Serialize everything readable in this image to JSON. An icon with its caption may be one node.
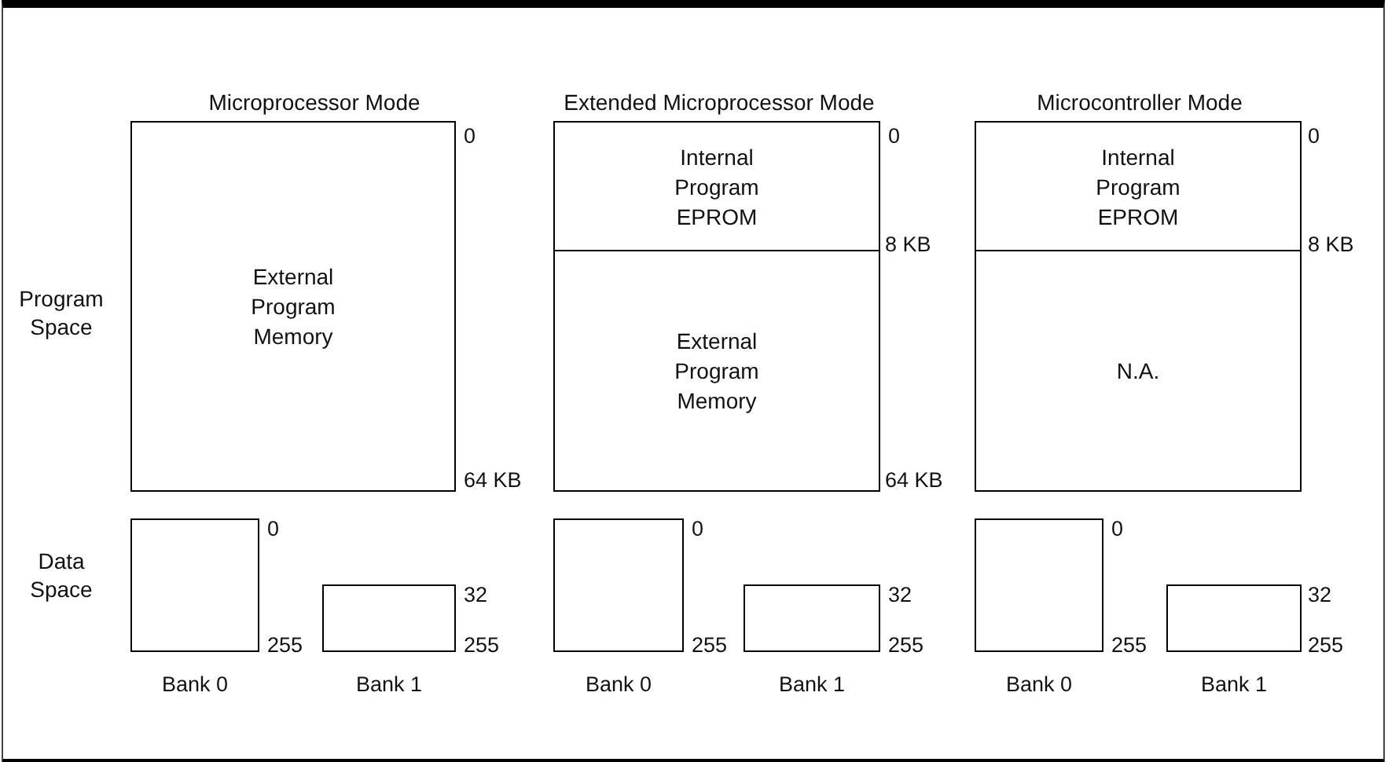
{
  "diagram": {
    "nodes": [
      {
        "text": [
          "External Program Memory"
        ],
        "beside": [
          "0",
          "64 KB"
        ]
      },
      {
        "text": [
          "Internal Program EPROM"
        ],
        "beside": [
          "0",
          "8 KB"
        ]
      },
      {
        "text": [
          "External Program Memory"
        ],
        "beside": [
          "64 KB"
        ]
      },
      {
        "text": [
          "Internal Program EPROM"
        ],
        "beside": [
          "0",
          "8 KB"
        ]
      },
      {
        "text": [
          "N.A."
        ]
      },
      {
        "text": [],
        "shape": "box",
        "beside": [
          "0",
          "255",
          "Bank 0"
        ]
      },
      {
        "text": [],
        "shape": "box",
        "beside": [
          "32",
          "255",
          "Bank 1"
        ]
      },
      {
        "text": [],
        "shape": "box",
        "beside": [
          "0",
          "255",
          "Bank 0"
        ]
      },
      {
        "text": [],
        "shape": "box",
        "beside": [
          "32",
          "255",
          "Bank 1"
        ]
      },
      {
        "text": [],
        "shape": "box",
        "beside": [
          "0",
          "255",
          "Bank 0"
        ]
      },
      {
        "text": [],
        "shape": "box",
        "beside": [
          "32",
          "255",
          "Bank 1"
        ]
      }
    ],
    "labels": [
      "Microprocessor Mode",
      "Extended Microprocessor Mode",
      "Microcontroller Mode",
      "Program Space",
      "Data Space"
    ]
  }
}
